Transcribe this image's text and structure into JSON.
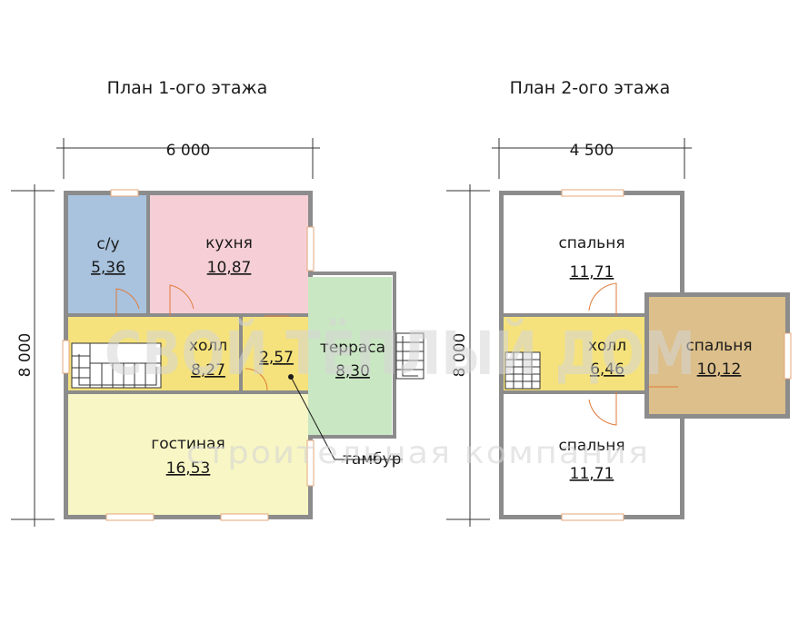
{
  "floor1": {
    "title": "План 1-ого этажа",
    "width_dim": "6 000",
    "height_dim": "8 000",
    "rooms": {
      "su": {
        "name": "с/у",
        "area": "5,36"
      },
      "kitchen": {
        "name": "кухня",
        "area": "10,87"
      },
      "hall": {
        "name": "холл",
        "area": "8,27"
      },
      "tambur": {
        "area": "2,57"
      },
      "terrace": {
        "name": "терраса",
        "area": "8,30"
      },
      "living": {
        "name": "гостиная",
        "area": "16,53"
      }
    },
    "callout_label": "тамбур"
  },
  "floor2": {
    "title": "План 2-ого этажа",
    "width_dim": "4 500",
    "height_dim": "8 000",
    "rooms": {
      "bedroom_top": {
        "name": "спальня",
        "area": "11,71"
      },
      "hall": {
        "name": "холл",
        "area": "6,46"
      },
      "bedroom_right": {
        "name": "спальня",
        "area": "10,12"
      },
      "bedroom_bottom": {
        "name": "спальня",
        "area": "11,71"
      }
    }
  },
  "watermark": {
    "line1": "СВОЙ ТЁПЛЫЙ ДОМ",
    "line2": "строительная компания"
  },
  "colors": {
    "wall": "#8c8c8c",
    "bathroom": "#a9c3de",
    "kitchen": "#f6cfd6",
    "hall": "#f5e27c",
    "living": "#f7f6c4",
    "terrace": "#c9e7c2",
    "bedroom_right": "#dcbf8a",
    "window": "#f1c2a0"
  }
}
